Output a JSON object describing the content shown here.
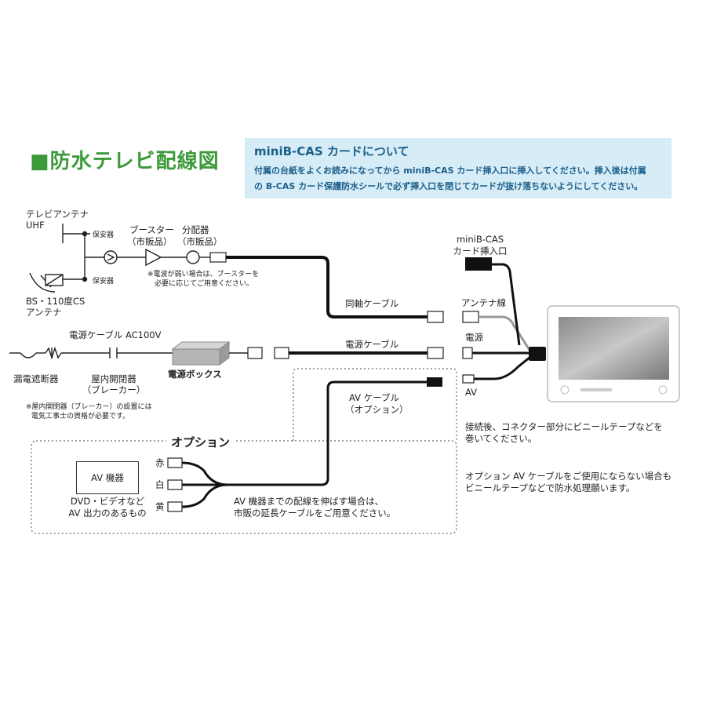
{
  "page_title": "■防水テレビ配線図",
  "info": {
    "title": "miniB-CAS カードについて",
    "line1": "付属の台紙をよくお読みになってから miniB-CAS カード挿入口に挿入してください。挿入後は付属",
    "line2": "の B-CAS カード保護防水シールで必ず挿入口を閉じてカードが抜け落ちないようにしてください。"
  },
  "labels": {
    "tv_antenna_1": "テレビアンテナ",
    "tv_antenna_2": "UHF",
    "protector_1": "保安器",
    "protector_2": "保安器",
    "bs_antenna_1": "BS・110度CS",
    "bs_antenna_2": "アンテナ",
    "booster_1": "ブースター",
    "booster_2": "（市販品）",
    "splitter_1": "分配器",
    "splitter_2": "（市販品）",
    "booster_note_1": "※電波が弱い場合は、ブースターを",
    "booster_note_2": "必要に応じてご用意ください。",
    "coax_cable": "同軸ケーブル",
    "card_slot_1": "miniB-CAS",
    "card_slot_2": "カード挿入口",
    "antenna_wire": "アンテナ線",
    "power_tv": "電源",
    "av_tv": "AV",
    "power_cable_ac": "電源ケーブル AC100V",
    "power_cable": "電源ケーブル",
    "leak_breaker": "漏電遮断器",
    "indoor_switch_1": "屋内開閉器",
    "indoor_switch_2": "（ブレーカー）",
    "power_box": "電源ボックス",
    "switch_note_1": "※屋内開閉器（ブレーカー）の設置には",
    "switch_note_2": "電気工事士の資格が必要です。",
    "av_cable_1": "AV ケーブル",
    "av_cable_2": "（オプション）",
    "option_title": "オプション",
    "av_device": "AV 機器",
    "av_device_desc_1": "DVD・ビデオなど",
    "av_device_desc_2": "AV 出力のあるもの",
    "red": "赤",
    "white": "白",
    "yellow": "黄",
    "av_extend_1": "AV 機器までの配線を伸ばす場合は、",
    "av_extend_2": "市販の延長ケーブルをご用意ください。",
    "tape_note_1": "接続後、コネクター部分にビニールテープなどを",
    "tape_note_2": "巻いてください。",
    "option_note_1": "オプション AV ケーブルをご使用にならない場合も",
    "option_note_2": "ビニールテープなどで防水処理願います。"
  },
  "colors": {
    "title_green": "#3d9a3a",
    "info_bg": "#d6ecf6",
    "info_text": "#1a5f8a",
    "cable": "#222222"
  }
}
